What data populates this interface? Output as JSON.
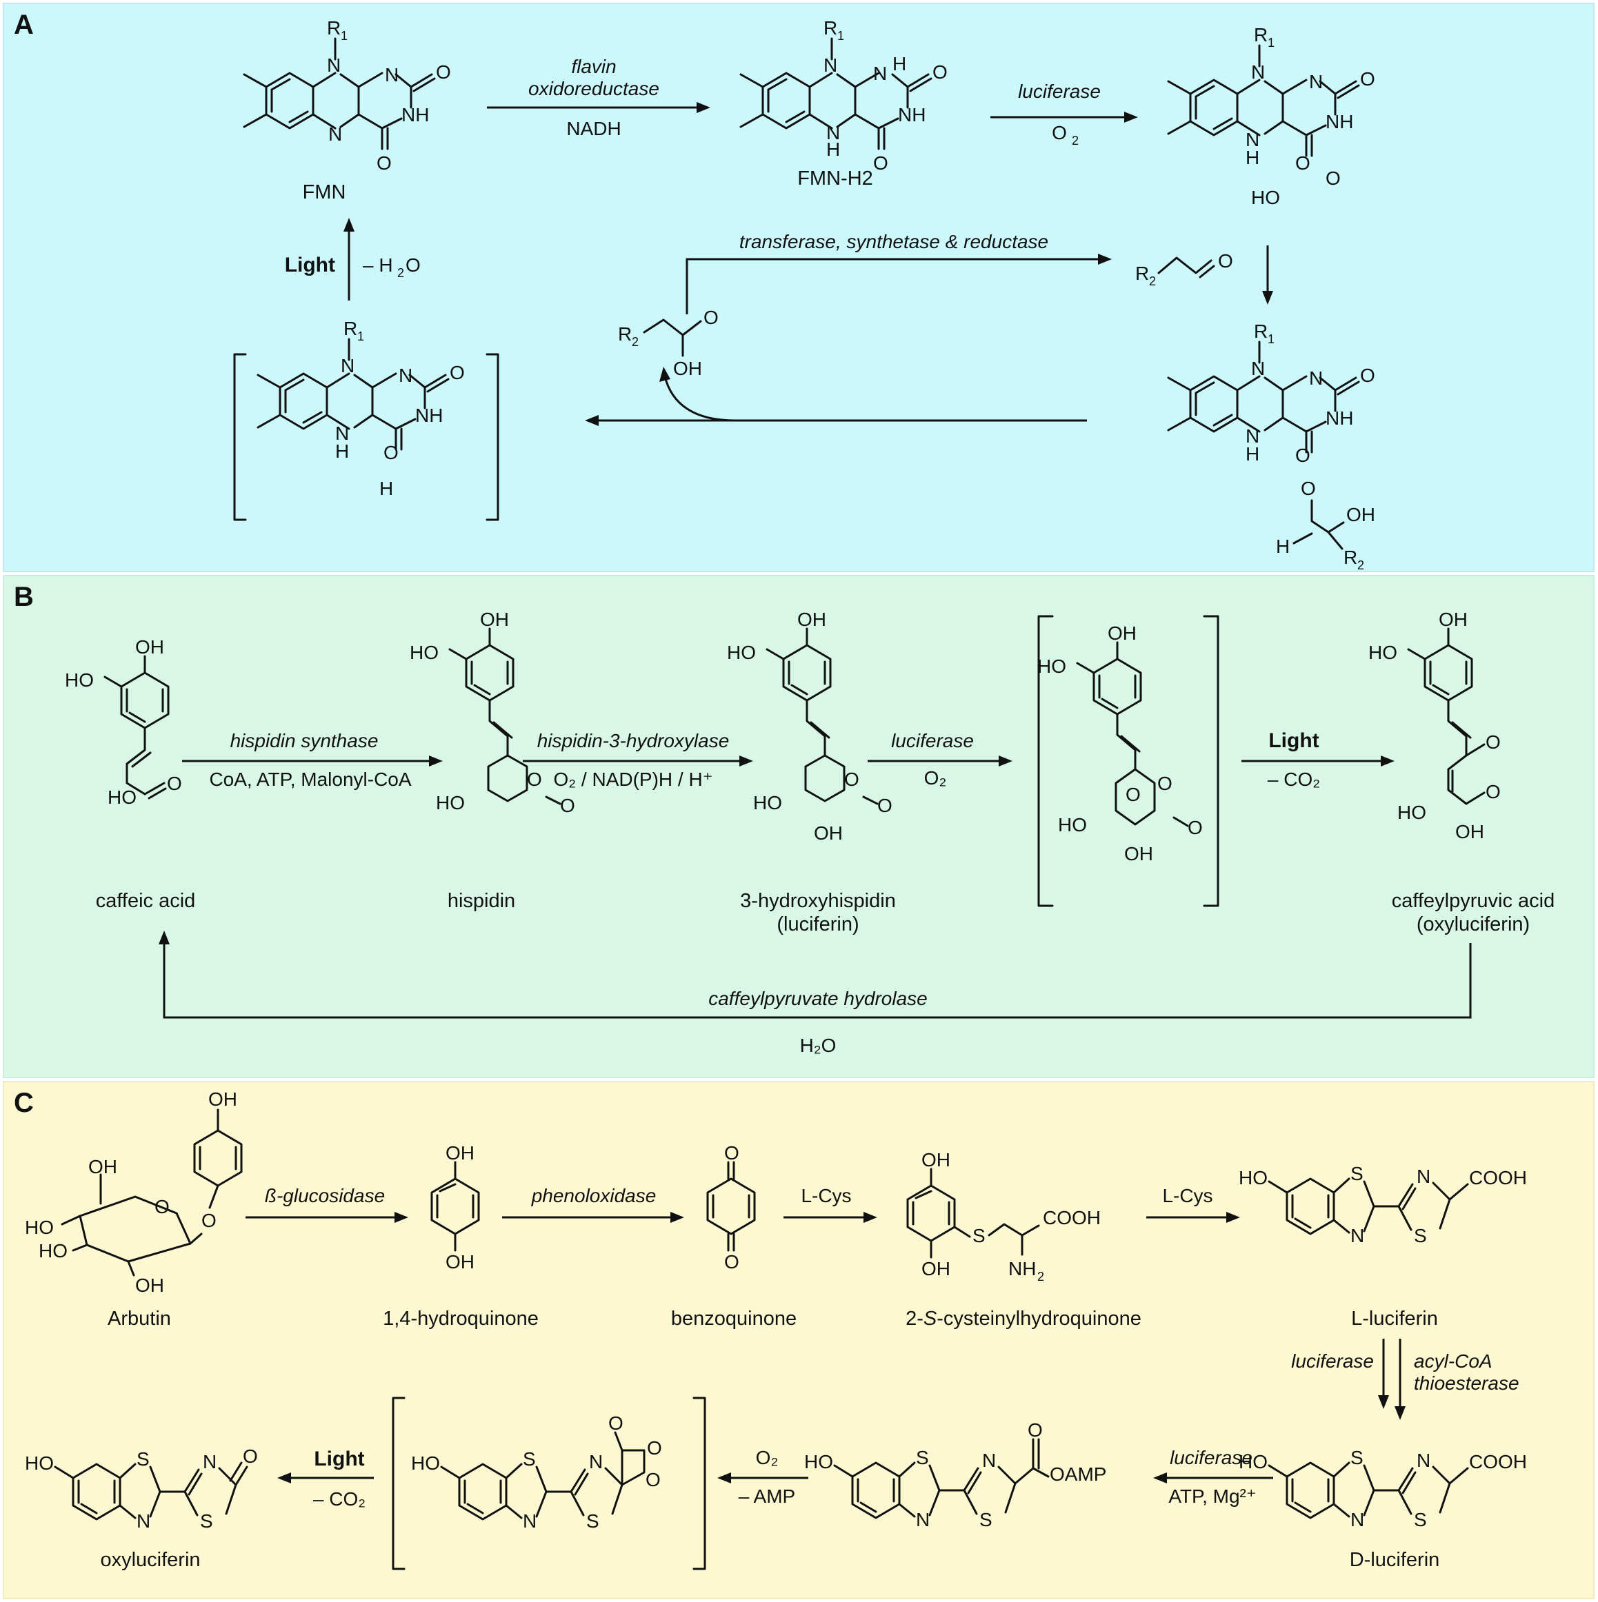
{
  "panels": [
    {
      "label": "A",
      "compounds": [
        "FMN",
        "FMN-H2"
      ],
      "arrows": [
        {
          "enzyme": "flavin oxidoreductase",
          "cofactor": "NADH"
        },
        {
          "enzyme": "luciferase",
          "cofactor": "O2"
        },
        {
          "enzyme": "transferase, synthetase & reductase"
        },
        {
          "label": "Light",
          "cofactor": "– H2O"
        }
      ]
    },
    {
      "label": "B",
      "compounds": [
        "caffeic acid",
        "hispidin",
        "3-hydroxyhispidin",
        "(luciferin)",
        "caffeylpyruvic acid",
        "(oxyluciferin)"
      ],
      "arrows": [
        {
          "enzyme": "hispidin synthase",
          "cofactor": "CoA, ATP, Malonyl-CoA"
        },
        {
          "enzyme": "hispidin-3-hydroxylase",
          "cofactor": "O2 / NAD(P)H / H+"
        },
        {
          "enzyme": "luciferase",
          "cofactor": "O2"
        },
        {
          "label": "Light",
          "cofactor": "– CO2"
        },
        {
          "enzyme": "caffeylpyruvate hydrolase",
          "cofactor": "H2O"
        }
      ]
    },
    {
      "label": "C",
      "compounds": [
        "Arbutin",
        "1,4-hydroquinone",
        "benzoquinone",
        "2-S-cysteinylhydroquinone",
        "L-luciferin",
        "D-luciferin",
        "oxyluciferin"
      ],
      "arrows": [
        {
          "enzyme": "ß-glucosidase"
        },
        {
          "enzyme": "phenoloxidase"
        },
        {
          "cofactor": "L-Cys"
        },
        {
          "cofactor": "L-Cys"
        },
        {
          "enzyme": "luciferase"
        },
        {
          "enzyme": "acyl-CoA thioesterase"
        },
        {
          "enzyme": "luciferase",
          "cofactor": "ATP, Mg2+"
        },
        {
          "cofactor": "O2",
          "cofactor2": "– AMP"
        },
        {
          "label": "Light",
          "cofactor": "– CO2"
        }
      ]
    }
  ]
}
